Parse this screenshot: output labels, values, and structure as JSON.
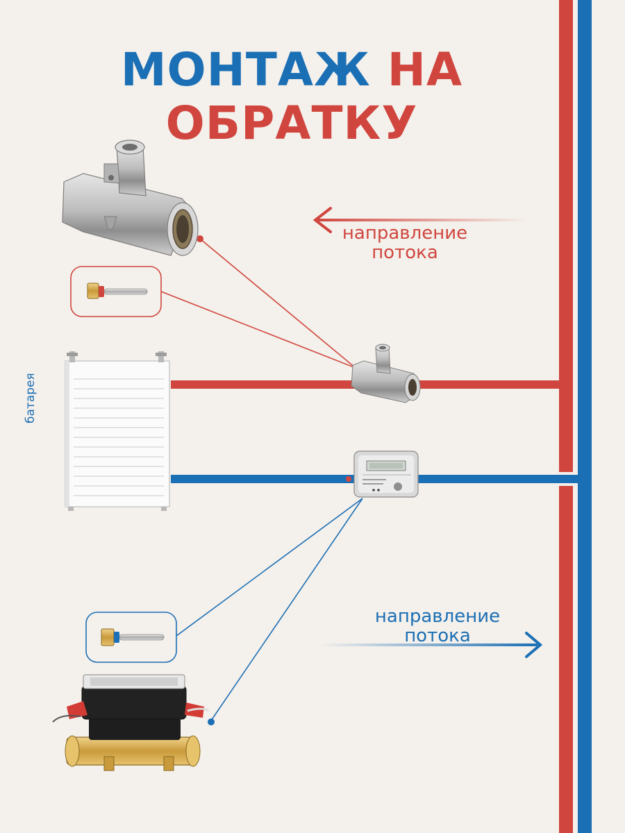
{
  "title": {
    "part1": "МОНТАЖ",
    "part2": "НА ОБРАТКУ"
  },
  "flow_labels": {
    "supply": {
      "line1": "направление",
      "line2": "потока"
    },
    "return": {
      "line1": "направление",
      "line2": "потока"
    }
  },
  "radiator_label": "батарея",
  "colors": {
    "supply": "#d0463f",
    "return": "#1b6fb5",
    "background": "#f4f0eb"
  },
  "components": [
    {
      "name": "tee-fitting",
      "icon": "tee-fitting-icon"
    },
    {
      "name": "temperature-sensor-supply",
      "icon": "sensor-probe-icon"
    },
    {
      "name": "heat-meter",
      "icon": "heat-meter-icon"
    },
    {
      "name": "temperature-sensor-return",
      "icon": "sensor-probe-icon"
    },
    {
      "name": "radiator",
      "icon": "radiator-icon"
    }
  ]
}
